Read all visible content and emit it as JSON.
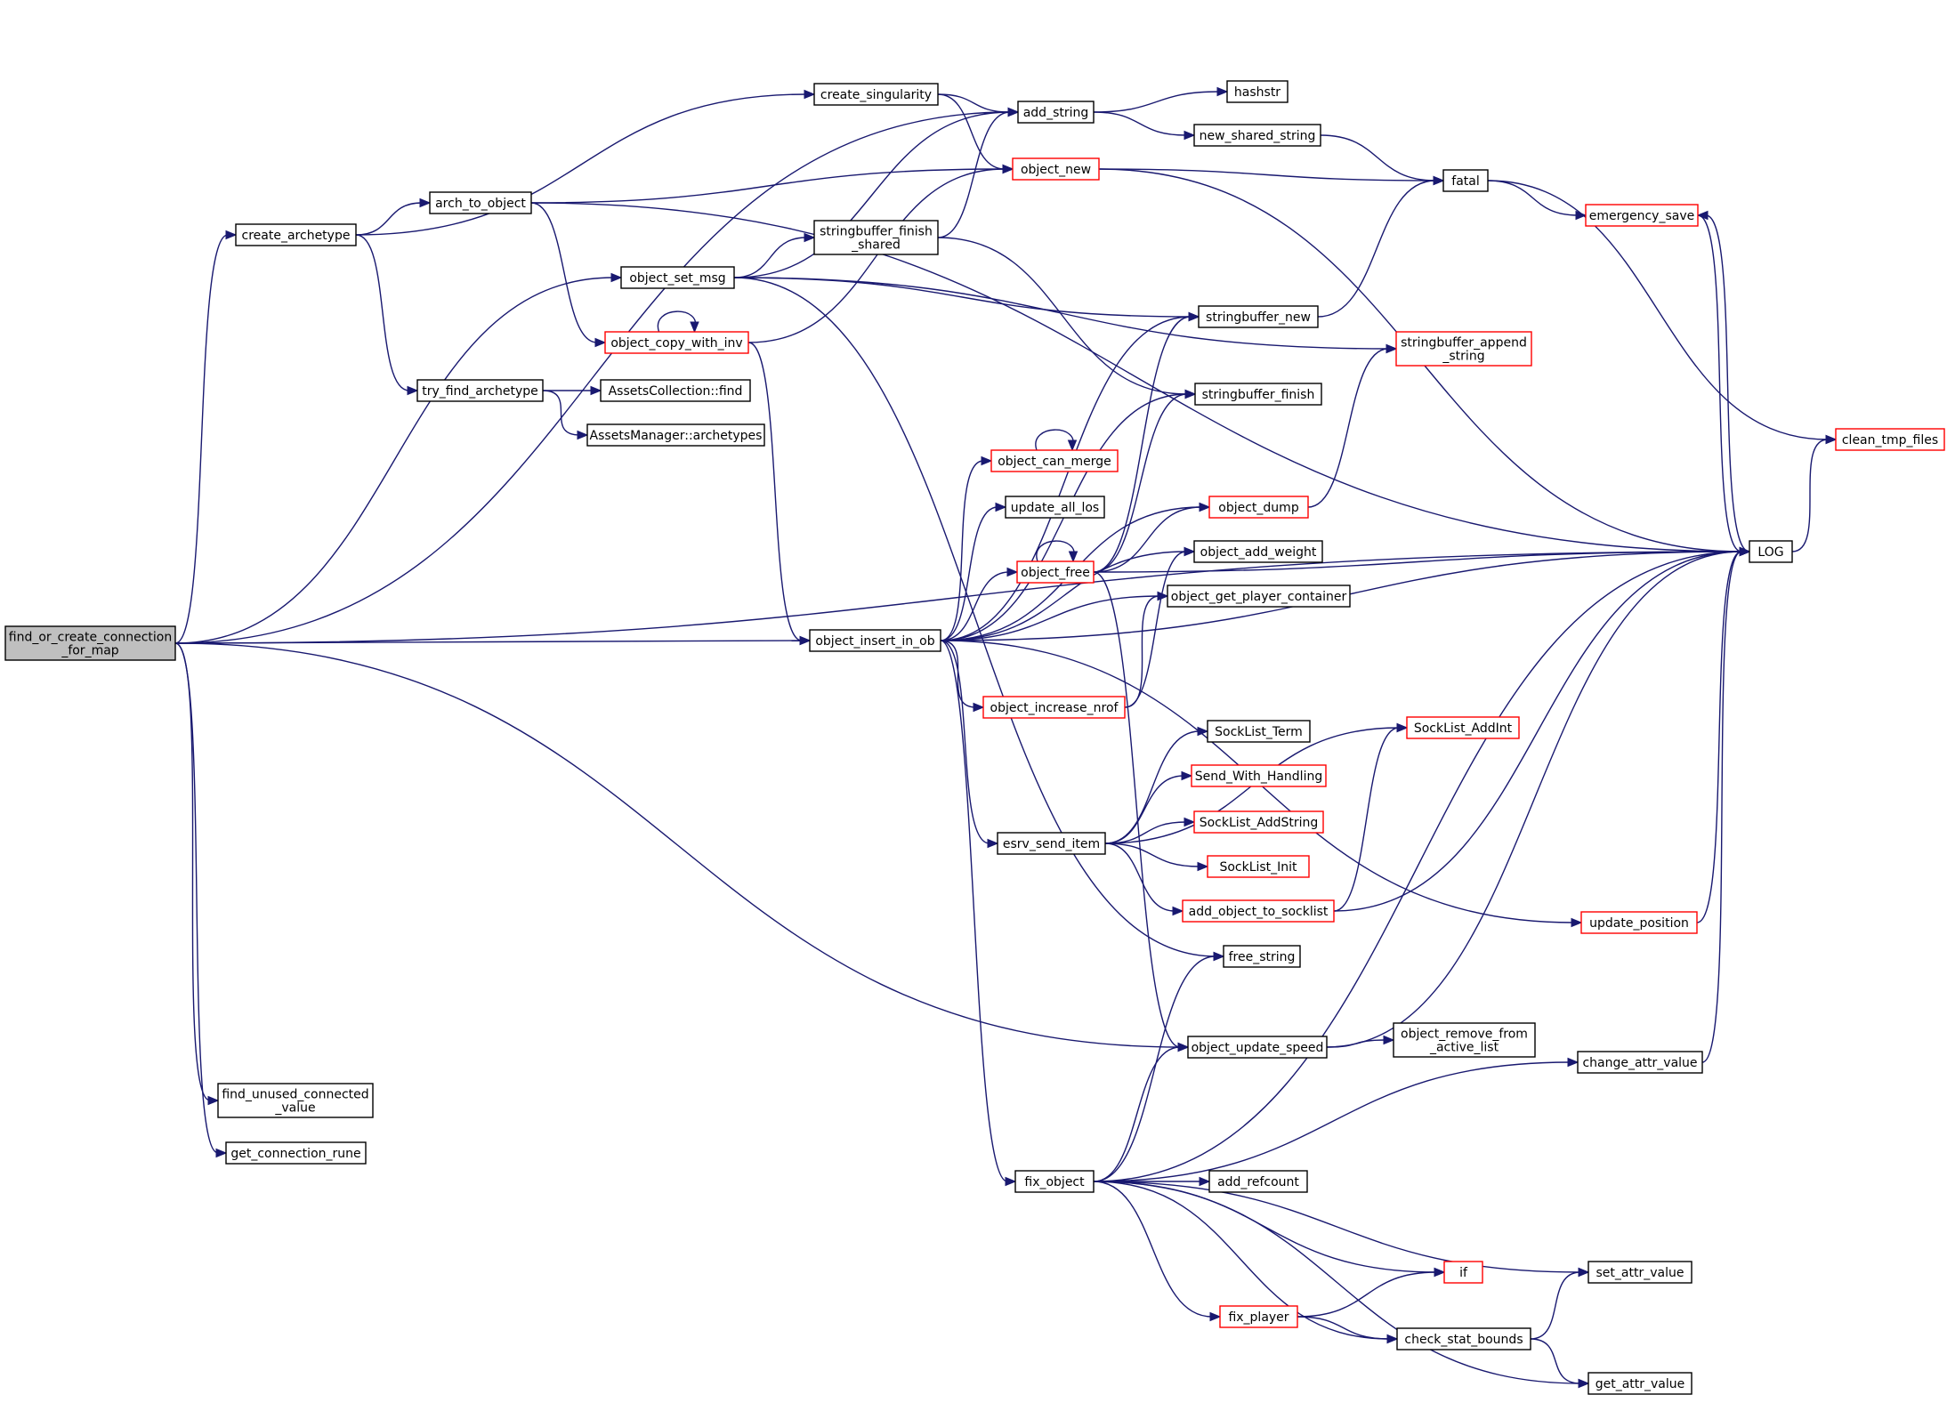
{
  "colors": {
    "edge": "#191970",
    "box_normal": "#000000",
    "box_truncated": "#ff0000",
    "root_fill": "#bfbfbf",
    "fill": "#ffffff"
  },
  "nodes": [
    {
      "id": "find_or_create",
      "lines": [
        "find_or_create_connection",
        "_for_map"
      ],
      "style": "root"
    },
    {
      "id": "create_archetype",
      "lines": [
        "create_archetype"
      ],
      "style": "normal"
    },
    {
      "id": "arch_to_object",
      "lines": [
        "arch_to_object"
      ],
      "style": "normal"
    },
    {
      "id": "create_singularity",
      "lines": [
        "create_singularity"
      ],
      "style": "normal"
    },
    {
      "id": "add_string",
      "lines": [
        "add_string"
      ],
      "style": "normal"
    },
    {
      "id": "hashstr",
      "lines": [
        "hashstr"
      ],
      "style": "normal"
    },
    {
      "id": "new_shared_string",
      "lines": [
        "new_shared_string"
      ],
      "style": "normal"
    },
    {
      "id": "object_new",
      "lines": [
        "object_new"
      ],
      "style": "red"
    },
    {
      "id": "fatal",
      "lines": [
        "fatal"
      ],
      "style": "normal"
    },
    {
      "id": "emergency_save",
      "lines": [
        "emergency_save"
      ],
      "style": "red"
    },
    {
      "id": "stringbuffer_finish_shared",
      "lines": [
        "stringbuffer_finish",
        "_shared"
      ],
      "style": "normal"
    },
    {
      "id": "object_set_msg",
      "lines": [
        "object_set_msg"
      ],
      "style": "normal"
    },
    {
      "id": "object_copy_with_inv",
      "lines": [
        "object_copy_with_inv"
      ],
      "style": "red"
    },
    {
      "id": "stringbuffer_new",
      "lines": [
        "stringbuffer_new"
      ],
      "style": "normal"
    },
    {
      "id": "stringbuffer_append_string",
      "lines": [
        "stringbuffer_append",
        "_string"
      ],
      "style": "red"
    },
    {
      "id": "try_find_archetype",
      "lines": [
        "try_find_archetype"
      ],
      "style": "normal"
    },
    {
      "id": "assets_find",
      "lines": [
        "AssetsCollection::find"
      ],
      "style": "normal"
    },
    {
      "id": "assets_archetypes",
      "lines": [
        "AssetsManager::archetypes"
      ],
      "style": "normal"
    },
    {
      "id": "stringbuffer_finish",
      "lines": [
        "stringbuffer_finish"
      ],
      "style": "normal"
    },
    {
      "id": "clean_tmp_files",
      "lines": [
        "clean_tmp_files"
      ],
      "style": "red"
    },
    {
      "id": "object_can_merge",
      "lines": [
        "object_can_merge"
      ],
      "style": "red"
    },
    {
      "id": "update_all_los",
      "lines": [
        "update_all_los"
      ],
      "style": "normal"
    },
    {
      "id": "object_dump",
      "lines": [
        "object_dump"
      ],
      "style": "red"
    },
    {
      "id": "object_free",
      "lines": [
        "object_free"
      ],
      "style": "red"
    },
    {
      "id": "object_add_weight",
      "lines": [
        "object_add_weight"
      ],
      "style": "normal"
    },
    {
      "id": "LOG",
      "lines": [
        "LOG"
      ],
      "style": "normal"
    },
    {
      "id": "object_get_player_container",
      "lines": [
        "object_get_player_container"
      ],
      "style": "normal"
    },
    {
      "id": "object_insert_in_ob",
      "lines": [
        "object_insert_in_ob"
      ],
      "style": "normal"
    },
    {
      "id": "object_increase_nrof",
      "lines": [
        "object_increase_nrof"
      ],
      "style": "red"
    },
    {
      "id": "socklist_addint",
      "lines": [
        "SockList_AddInt"
      ],
      "style": "red"
    },
    {
      "id": "socklist_term",
      "lines": [
        "SockList_Term"
      ],
      "style": "normal"
    },
    {
      "id": "send_with_handling",
      "lines": [
        "Send_With_Handling"
      ],
      "style": "red"
    },
    {
      "id": "socklist_addstring",
      "lines": [
        "SockList_AddString"
      ],
      "style": "red"
    },
    {
      "id": "esrv_send_item",
      "lines": [
        "esrv_send_item"
      ],
      "style": "normal"
    },
    {
      "id": "socklist_init",
      "lines": [
        "SockList_Init"
      ],
      "style": "red"
    },
    {
      "id": "add_object_to_socklist",
      "lines": [
        "add_object_to_socklist"
      ],
      "style": "red"
    },
    {
      "id": "update_position",
      "lines": [
        "update_position"
      ],
      "style": "red"
    },
    {
      "id": "free_string",
      "lines": [
        "free_string"
      ],
      "style": "normal"
    },
    {
      "id": "object_update_speed",
      "lines": [
        "object_update_speed"
      ],
      "style": "normal"
    },
    {
      "id": "object_remove_from_active_list",
      "lines": [
        "object_remove_from",
        "_active_list"
      ],
      "style": "normal"
    },
    {
      "id": "change_attr_value",
      "lines": [
        "change_attr_value"
      ],
      "style": "normal"
    },
    {
      "id": "find_unused_connected_value",
      "lines": [
        "find_unused_connected",
        "_value"
      ],
      "style": "normal"
    },
    {
      "id": "get_connection_rune",
      "lines": [
        "get_connection_rune"
      ],
      "style": "normal"
    },
    {
      "id": "fix_object",
      "lines": [
        "fix_object"
      ],
      "style": "normal"
    },
    {
      "id": "add_refcount",
      "lines": [
        "add_refcount"
      ],
      "style": "normal"
    },
    {
      "id": "if",
      "lines": [
        "if"
      ],
      "style": "red"
    },
    {
      "id": "set_attr_value",
      "lines": [
        "set_attr_value"
      ],
      "style": "normal"
    },
    {
      "id": "fix_player",
      "lines": [
        "fix_player"
      ],
      "style": "red"
    },
    {
      "id": "check_stat_bounds",
      "lines": [
        "check_stat_bounds"
      ],
      "style": "normal"
    },
    {
      "id": "get_attr_value",
      "lines": [
        "get_attr_value"
      ],
      "style": "normal"
    }
  ],
  "edges": [
    [
      "find_or_create",
      "create_archetype"
    ],
    [
      "find_or_create",
      "add_string"
    ],
    [
      "find_or_create",
      "LOG"
    ],
    [
      "find_or_create",
      "object_set_msg"
    ],
    [
      "find_or_create",
      "object_insert_in_ob"
    ],
    [
      "find_or_create",
      "object_update_speed"
    ],
    [
      "find_or_create",
      "find_unused_connected_value"
    ],
    [
      "find_or_create",
      "get_connection_rune"
    ],
    [
      "create_archetype",
      "create_singularity"
    ],
    [
      "create_archetype",
      "arch_to_object"
    ],
    [
      "create_archetype",
      "try_find_archetype"
    ],
    [
      "arch_to_object",
      "object_new"
    ],
    [
      "arch_to_object",
      "object_copy_with_inv"
    ],
    [
      "arch_to_object",
      "LOG"
    ],
    [
      "create_singularity",
      "add_string"
    ],
    [
      "create_singularity",
      "object_new"
    ],
    [
      "add_string",
      "hashstr"
    ],
    [
      "add_string",
      "new_shared_string"
    ],
    [
      "new_shared_string",
      "fatal"
    ],
    [
      "object_new",
      "fatal"
    ],
    [
      "object_new",
      "LOG"
    ],
    [
      "fatal",
      "emergency_save"
    ],
    [
      "fatal",
      "clean_tmp_files"
    ],
    [
      "emergency_save",
      "LOG"
    ],
    [
      "stringbuffer_finish_shared",
      "add_string"
    ],
    [
      "stringbuffer_finish_shared",
      "stringbuffer_finish"
    ],
    [
      "object_set_msg",
      "add_string"
    ],
    [
      "object_set_msg",
      "stringbuffer_finish_shared"
    ],
    [
      "object_set_msg",
      "stringbuffer_new"
    ],
    [
      "object_set_msg",
      "stringbuffer_append_string"
    ],
    [
      "object_set_msg",
      "free_string"
    ],
    [
      "object_copy_with_inv",
      "object_copy_with_inv"
    ],
    [
      "object_copy_with_inv",
      "object_new"
    ],
    [
      "object_copy_with_inv",
      "object_insert_in_ob"
    ],
    [
      "stringbuffer_new",
      "fatal"
    ],
    [
      "try_find_archetype",
      "assets_find"
    ],
    [
      "try_find_archetype",
      "assets_archetypes"
    ],
    [
      "object_can_merge",
      "object_can_merge"
    ],
    [
      "object_dump",
      "stringbuffer_append_string"
    ],
    [
      "object_free",
      "object_free"
    ],
    [
      "object_free",
      "stringbuffer_new"
    ],
    [
      "object_free",
      "stringbuffer_finish"
    ],
    [
      "object_free",
      "object_dump"
    ],
    [
      "object_free",
      "LOG"
    ],
    [
      "object_free",
      "object_update_speed"
    ],
    [
      "object_insert_in_ob",
      "stringbuffer_new"
    ],
    [
      "object_insert_in_ob",
      "stringbuffer_finish"
    ],
    [
      "object_insert_in_ob",
      "object_can_merge"
    ],
    [
      "object_insert_in_ob",
      "update_all_los"
    ],
    [
      "object_insert_in_ob",
      "object_free"
    ],
    [
      "object_insert_in_ob",
      "object_dump"
    ],
    [
      "object_insert_in_ob",
      "object_add_weight"
    ],
    [
      "object_insert_in_ob",
      "object_get_player_container"
    ],
    [
      "object_insert_in_ob",
      "object_increase_nrof"
    ],
    [
      "object_insert_in_ob",
      "LOG"
    ],
    [
      "object_insert_in_ob",
      "esrv_send_item"
    ],
    [
      "object_insert_in_ob",
      "update_position"
    ],
    [
      "object_insert_in_ob",
      "fix_object"
    ],
    [
      "object_increase_nrof",
      "object_add_weight"
    ],
    [
      "object_increase_nrof",
      "object_get_player_container"
    ],
    [
      "esrv_send_item",
      "socklist_addint"
    ],
    [
      "esrv_send_item",
      "socklist_term"
    ],
    [
      "esrv_send_item",
      "send_with_handling"
    ],
    [
      "esrv_send_item",
      "socklist_addstring"
    ],
    [
      "esrv_send_item",
      "socklist_init"
    ],
    [
      "esrv_send_item",
      "add_object_to_socklist"
    ],
    [
      "add_object_to_socklist",
      "socklist_addint"
    ],
    [
      "add_object_to_socklist",
      "LOG"
    ],
    [
      "update_position",
      "LOG"
    ],
    [
      "object_update_speed",
      "object_remove_from_active_list"
    ],
    [
      "object_update_speed",
      "LOG"
    ],
    [
      "change_attr_value",
      "LOG"
    ],
    [
      "LOG",
      "emergency_save"
    ],
    [
      "LOG",
      "clean_tmp_files"
    ],
    [
      "fix_object",
      "free_string"
    ],
    [
      "fix_object",
      "object_update_speed"
    ],
    [
      "fix_object",
      "change_attr_value"
    ],
    [
      "fix_object",
      "LOG"
    ],
    [
      "fix_object",
      "add_refcount"
    ],
    [
      "fix_object",
      "set_attr_value"
    ],
    [
      "fix_object",
      "if"
    ],
    [
      "fix_object",
      "fix_player"
    ],
    [
      "fix_object",
      "check_stat_bounds"
    ],
    [
      "fix_object",
      "get_attr_value"
    ],
    [
      "fix_player",
      "if"
    ],
    [
      "fix_player",
      "check_stat_bounds"
    ],
    [
      "check_stat_bounds",
      "set_attr_value"
    ],
    [
      "check_stat_bounds",
      "get_attr_value"
    ]
  ]
}
